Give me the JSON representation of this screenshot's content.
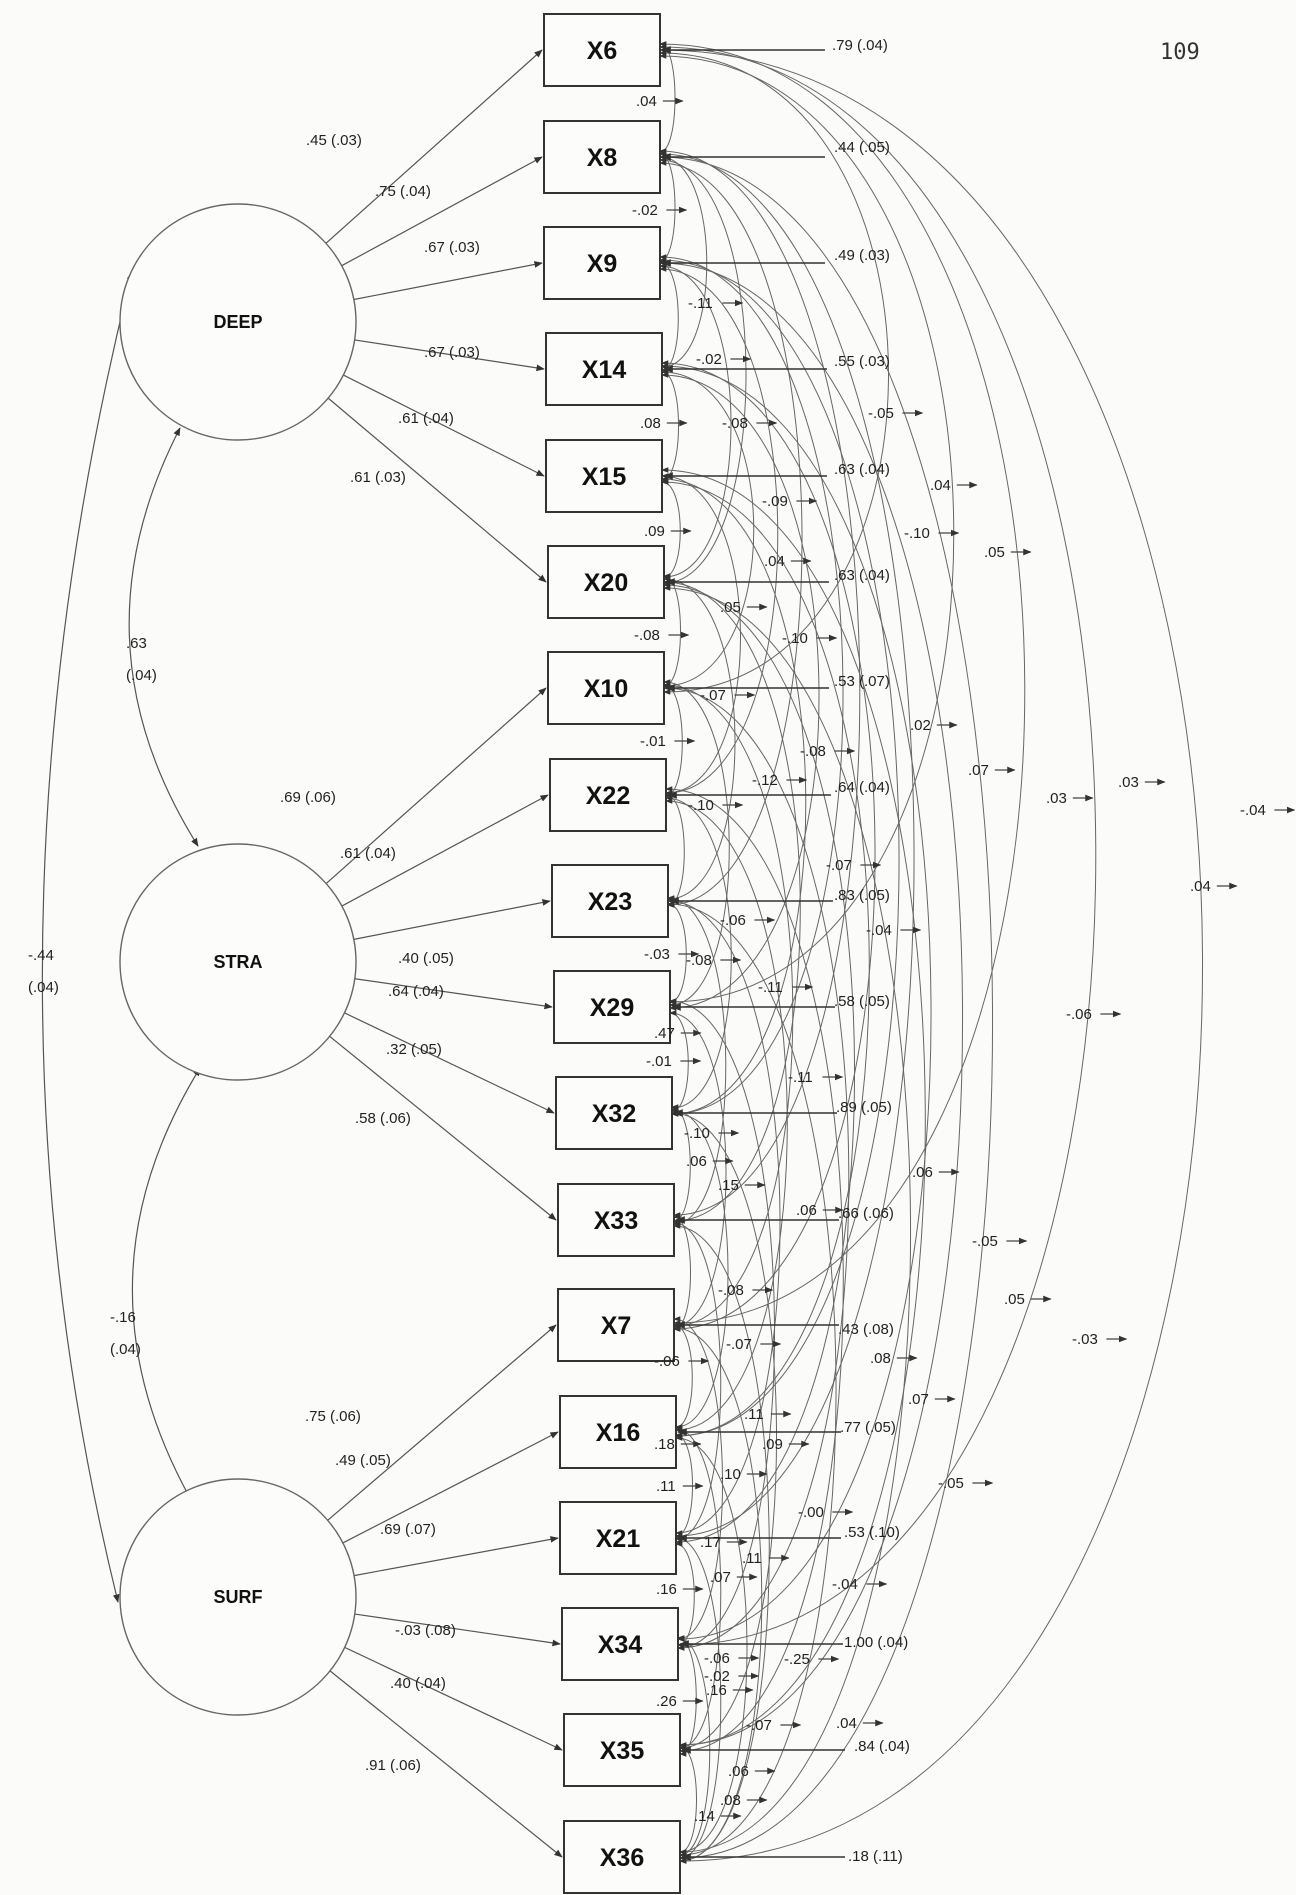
{
  "page_number": "109",
  "latents": [
    {
      "id": "DEEP",
      "label": "DEEP"
    },
    {
      "id": "STRA",
      "label": "STRA"
    },
    {
      "id": "SURF",
      "label": "SURF"
    }
  ],
  "indicators": [
    {
      "id": "X6",
      "label": "X6",
      "factor": "DEEP",
      "loading": ".45 (.03)",
      "error": ".79 (.04)"
    },
    {
      "id": "X8",
      "label": "X8",
      "factor": "DEEP",
      "loading": ".75 (.04)",
      "error": ".44 (.05)"
    },
    {
      "id": "X9",
      "label": "X9",
      "factor": "DEEP",
      "loading": ".67 (.03)",
      "error": ".49 (.03)"
    },
    {
      "id": "X14",
      "label": "X14",
      "factor": "DEEP",
      "loading": ".67 (.03)",
      "error": ".55 (.03)"
    },
    {
      "id": "X15",
      "label": "X15",
      "factor": "DEEP",
      "loading": ".61 (.04)",
      "error": ".63 (.04)"
    },
    {
      "id": "X20",
      "label": "X20",
      "factor": "DEEP",
      "loading": ".61 (.03)",
      "error": ".63 (.04)"
    },
    {
      "id": "X10",
      "label": "X10",
      "factor": "STRA",
      "loading": ".69 (.06)",
      "error": ".53 (.07)"
    },
    {
      "id": "X22",
      "label": "X22",
      "factor": "STRA",
      "loading": ".61 (.04)",
      "error": ".64 (.04)"
    },
    {
      "id": "X23",
      "label": "X23",
      "factor": "STRA",
      "loading": ".40 (.05)",
      "error": ".83 (.05)"
    },
    {
      "id": "X29",
      "label": "X29",
      "factor": "STRA",
      "loading": ".64 (.04)",
      "error": ".58 (.05)"
    },
    {
      "id": "X32",
      "label": "X32",
      "factor": "STRA",
      "loading": ".32 (.05)",
      "error": ".89 (.05)"
    },
    {
      "id": "X33",
      "label": "X33",
      "factor": "STRA",
      "loading": ".58 (.06)",
      "error": ".66 (.06)"
    },
    {
      "id": "X7",
      "label": "X7",
      "factor": "SURF",
      "loading": ".75 (.06)",
      "error": ".43 (.08)"
    },
    {
      "id": "X16",
      "label": "X16",
      "factor": "SURF",
      "loading": ".49 (.05)",
      "error": ".77 (.05)"
    },
    {
      "id": "X21",
      "label": "X21",
      "factor": "SURF",
      "loading": ".69 (.07)",
      "error": ".53 (.10)"
    },
    {
      "id": "X34",
      "label": "X34",
      "factor": "SURF",
      "loading": "-.03 (.08)",
      "error": "1.00 (.04)"
    },
    {
      "id": "X35",
      "label": "X35",
      "factor": "SURF",
      "loading": ".40 (.04)",
      "error": ".84 (.04)"
    },
    {
      "id": "X36",
      "label": "X36",
      "factor": "SURF",
      "loading": ".91 (.06)",
      "error": ".18 (.11)"
    }
  ],
  "factor_correlations": [
    {
      "from": "DEEP",
      "to": "STRA",
      "value": ".63",
      "se": "(.04)"
    },
    {
      "from": "STRA",
      "to": "SURF",
      "value": "-.16",
      "se": "(.04)"
    },
    {
      "from": "DEEP",
      "to": "SURF",
      "value": "-.44",
      "se": "(.04)"
    }
  ],
  "error_covariance_labels": [
    ".04",
    "-.02",
    "-.11",
    "-.02",
    ".08",
    "-.08",
    "-.05",
    "-.09",
    ".04",
    "-.10",
    ".05",
    ".09",
    ".04",
    ".05",
    "-.08",
    "-.10",
    "-.07",
    "-.01",
    ".02",
    "-.08",
    "-.12",
    ".07",
    "-.10",
    ".03",
    ".03",
    "-.04",
    "-.07",
    ".04",
    "-.06",
    "-.04",
    "-.03",
    "-.08",
    "-.11",
    ".47",
    "-.06",
    "-.01",
    "-.11",
    "-.10",
    ".06",
    ".15",
    ".06",
    ".06",
    "-.05",
    "-.08",
    ".05",
    "-.07",
    "-.06",
    ".08",
    "-.03",
    ".07",
    ".11",
    ".18",
    ".09",
    ".10",
    ".11",
    "-.05",
    "-.00",
    ".17",
    ".11",
    ".07",
    "-.04",
    ".16",
    "-.06",
    "-.25",
    "-.02",
    ".26",
    ".16",
    "-.07",
    ".04",
    ".06",
    ".08",
    ".14"
  ]
}
